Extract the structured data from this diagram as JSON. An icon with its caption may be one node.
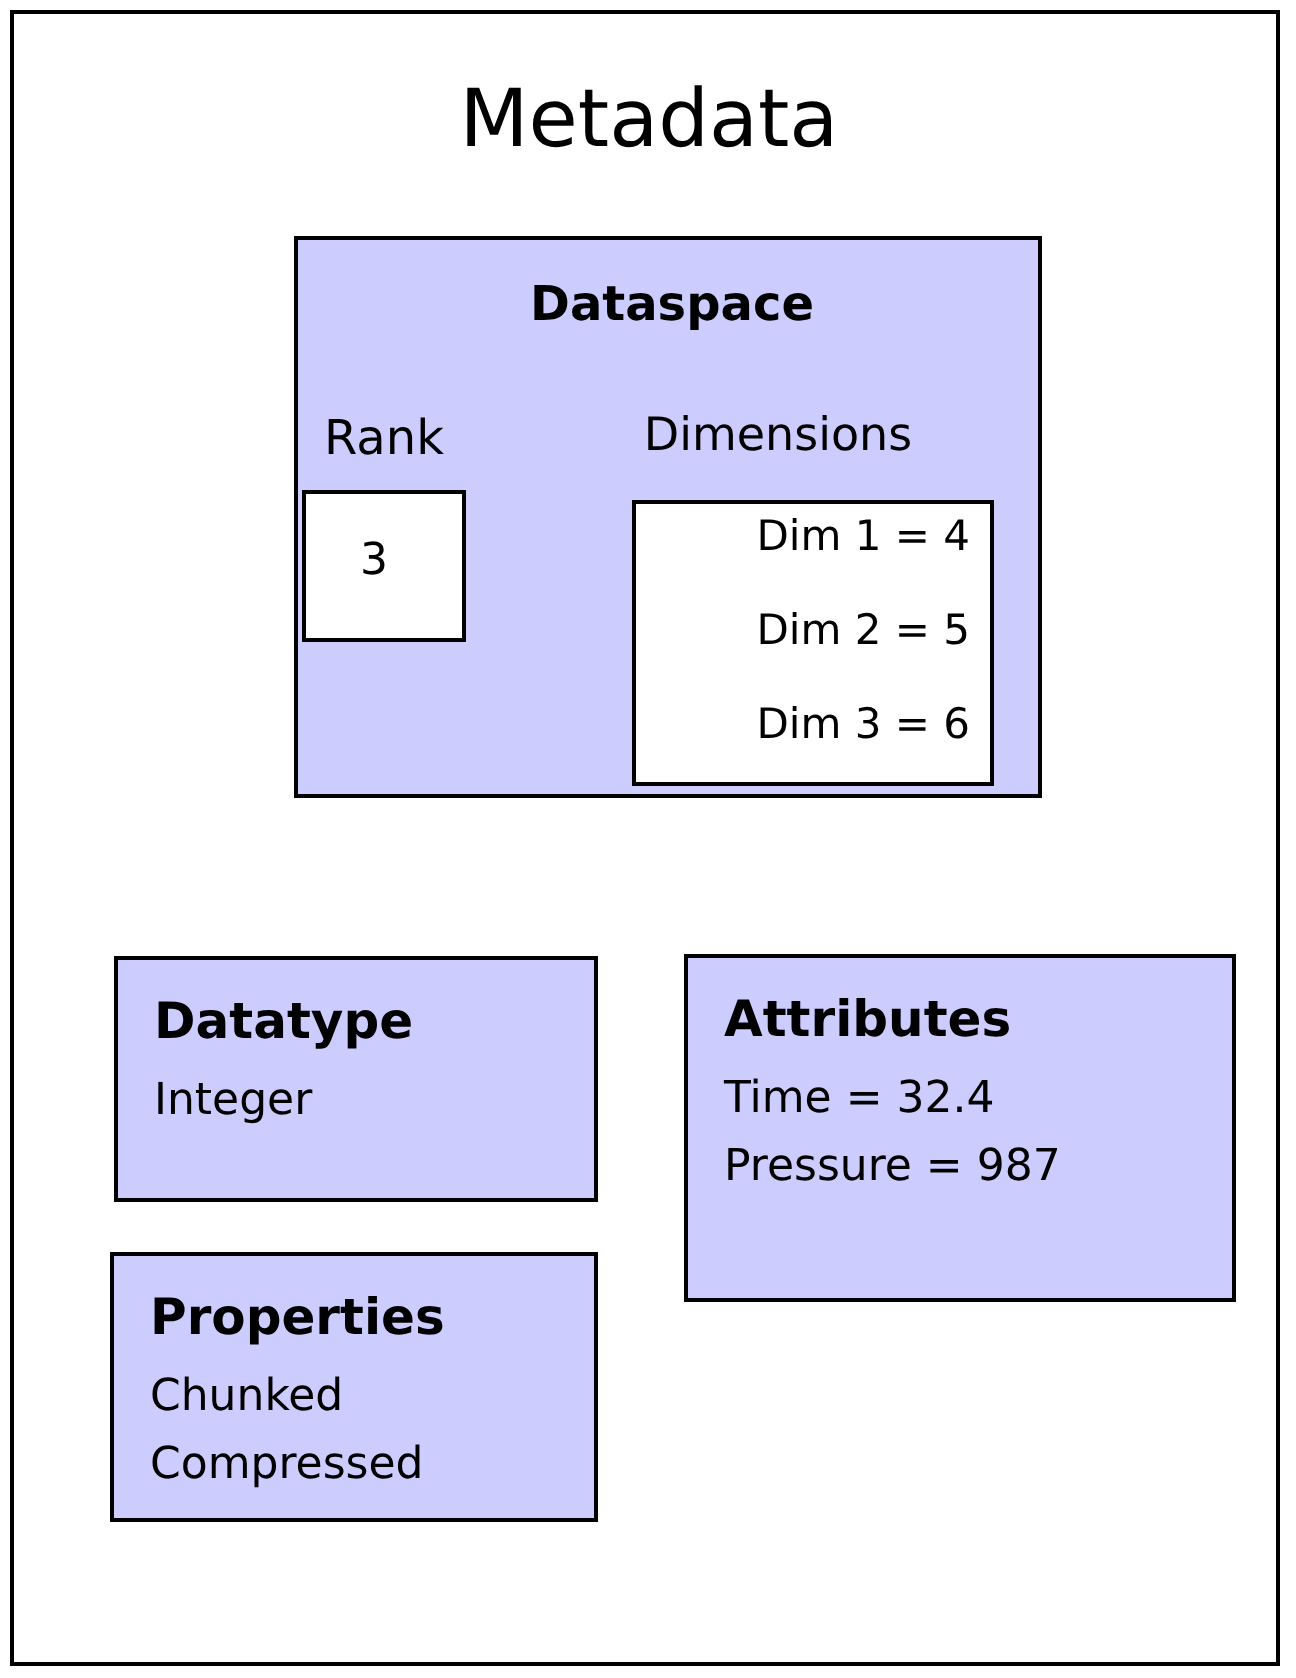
{
  "diagram": {
    "nodes": [
      {
        "text": [
          "Metadata"
        ]
      },
      {
        "text": [
          "Dataspace"
        ],
        "in": 0
      },
      {
        "text": [
          "Rank",
          "3"
        ],
        "in": 1
      },
      {
        "text": [
          "Dimensions",
          "Dim 1 = 4",
          "Dim 2 = 5",
          "Dim 3 = 6"
        ],
        "in": 1
      },
      {
        "text": [
          "Datatype",
          "Integer"
        ],
        "in": 0
      },
      {
        "text": [
          "Attributes",
          "Time = 32.4",
          "Pressure = 987"
        ],
        "in": 0
      },
      {
        "text": [
          "Properties",
          "Chunked",
          "Compressed"
        ],
        "in": 0
      }
    ]
  }
}
